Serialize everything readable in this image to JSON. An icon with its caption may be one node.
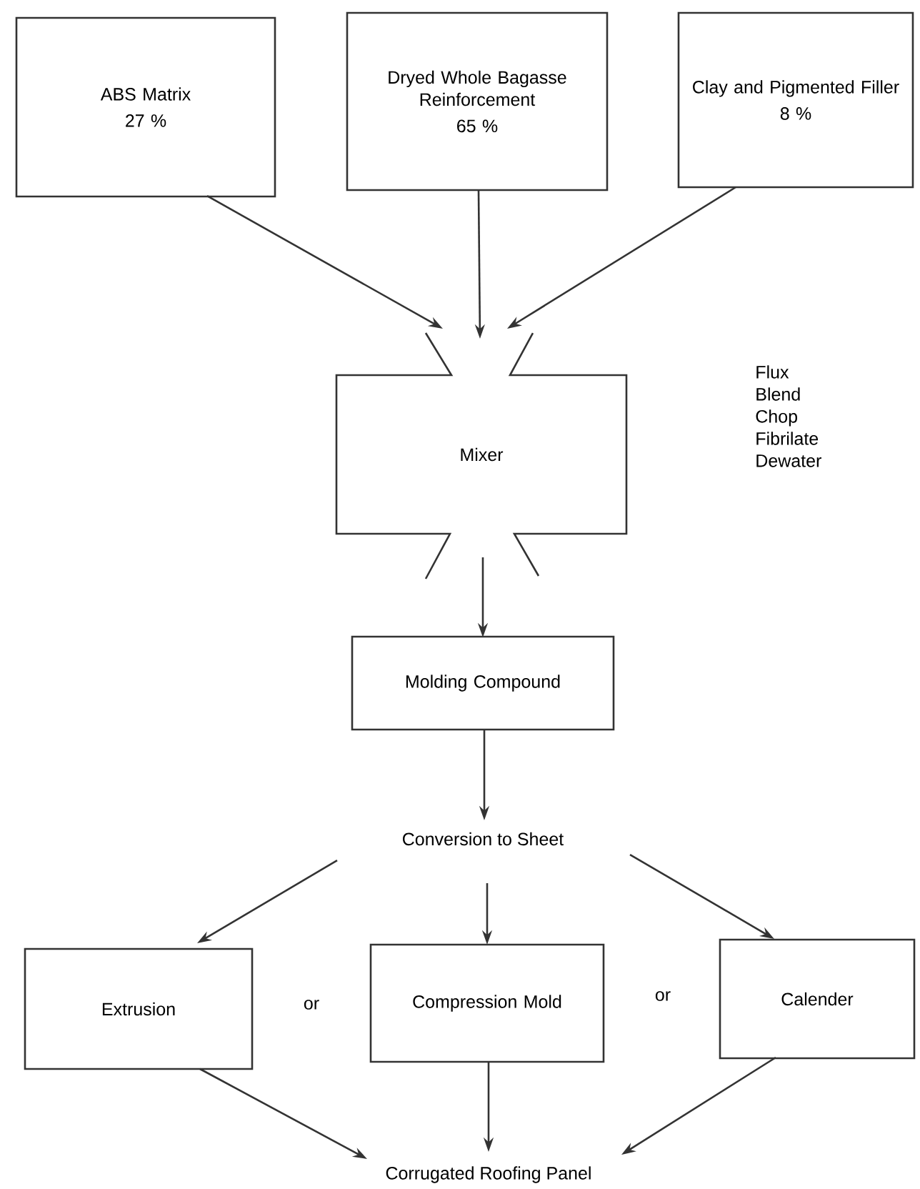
{
  "diagram": {
    "nodes": [
      {
        "text": [
          "ABS Matrix",
          "27 %"
        ]
      },
      {
        "text": [
          "Dryed Whole Bagasse Reinforcement",
          "65 %"
        ]
      },
      {
        "text": [
          "Clay and Pigmented Filler",
          "8 %"
        ]
      },
      {
        "text": [
          "Mixer"
        ],
        "beside": [
          "Flux",
          "Blend",
          "Chop",
          "Fibrilate",
          "Dewater"
        ]
      },
      {
        "text": [
          "Molding Compound"
        ]
      },
      {
        "text": [
          "Conversion to Sheet"
        ]
      },
      {
        "text": [
          "Extrusion"
        ]
      },
      {
        "text": [
          "Compression Mold"
        ]
      },
      {
        "text": [
          "Calender"
        ]
      },
      {
        "text": [
          "Corrugated Roofing Panel"
        ]
      }
    ],
    "edges": [
      {
        "from": 0,
        "to": 3,
        "arrow": "to"
      },
      {
        "from": 1,
        "to": 3,
        "arrow": "to"
      },
      {
        "from": 2,
        "to": 3,
        "arrow": "to"
      },
      {
        "from": 3,
        "to": 4,
        "arrow": "to"
      },
      {
        "from": 4,
        "to": 5,
        "arrow": "to"
      },
      {
        "from": 5,
        "to": 6,
        "arrow": "to"
      },
      {
        "from": 5,
        "to": 7,
        "arrow": "to"
      },
      {
        "from": 5,
        "to": 8,
        "arrow": "to"
      },
      {
        "from": 6,
        "to": 9,
        "arrow": "to"
      },
      {
        "from": 7,
        "to": 9,
        "arrow": "to"
      },
      {
        "from": 8,
        "to": 9,
        "arrow": "to"
      }
    ],
    "labels": [
      "or",
      "or"
    ]
  }
}
